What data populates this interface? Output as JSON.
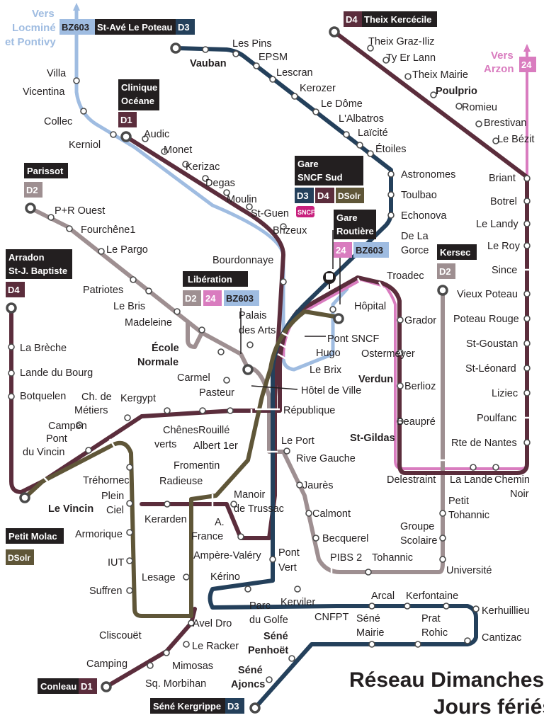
{
  "colors": {
    "d4": "#5b2d3c",
    "d3": "#24405b",
    "d2": "#9e8f91",
    "dsolr": "#5f5638",
    "bz603": "#9fbce1",
    "l24": "#d97cbf",
    "dark": "#231f20",
    "gray": "#3d3d3d"
  },
  "title": {
    "line1": "Réseau Dimanches &",
    "line2": "Jours fériés"
  },
  "directions": {
    "locmine": {
      "line1": "Vers",
      "line2": "Locminé",
      "line3": "et Pontivy"
    },
    "arzon": {
      "line1": "Vers",
      "line2": "Arzon"
    }
  },
  "badges": {
    "bz603_top": "BZ603",
    "st_ave": "St-Avé Le Poteau",
    "d3_top": "D3",
    "d4_theix": "D4",
    "theix_kercecile": "Theix Kercécile",
    "arzon_24": "24",
    "clinique": {
      "line1": "Clinique",
      "line2": "Océane"
    },
    "clinique_d1": "D1",
    "parissot": "Parissot",
    "parissot_d2": "D2",
    "gare_sncf": {
      "line1": "Gare",
      "line2": "SNCF Sud"
    },
    "gare_d3": "D3",
    "gare_d4": "D4",
    "gare_dsolr": "DSolr",
    "sncf_logo": "SNCF",
    "gare_routiere": {
      "line1": "Gare",
      "line2": "Routière"
    },
    "routiere_24": "24",
    "routiere_bz603": "BZ603",
    "kersec": "Kersec",
    "kersec_d2": "D2",
    "arradon": {
      "line1": "Arradon",
      "line2": "St-J. Baptiste"
    },
    "arradon_d4": "D4",
    "liberation": "Libération",
    "lib_d2": "D2",
    "lib_24": "24",
    "lib_bz603": "BZ603",
    "petit_molac": "Petit Molac",
    "molac_dsolr": "DSolr",
    "conleau": "Conleau",
    "conleau_d1": "D1",
    "sene_kergrippe": "Séné Kergrippe",
    "kergrippe_d3": "D3"
  },
  "stops": {
    "villa_vicentina": {
      "line1": "Villa",
      "line2": "Vicentina"
    },
    "collec": "Collec",
    "kerniol": "Kerniol",
    "vauban": "Vauban",
    "les_pins": "Les Pins",
    "epsm": "EPSM",
    "lescran": "Lescran",
    "kerozer": "Kerozer",
    "le_dome": "Le Dôme",
    "l_albatros": "L'Albatros",
    "laicite": "Laïcité",
    "etoiles": "Étoiles",
    "astronomes": "Astronomes",
    "toulbao": "Toulbao",
    "echonova": "Echonova",
    "de_la_gorce": {
      "line1": "De La",
      "line2": "Gorce"
    },
    "theix_graz_iliz": "Theix Graz-Iliz",
    "ty_er_lann": "Ty Er Lann",
    "theix_mairie": "Theix Mairie",
    "poulprio": "Poulprio",
    "romieu": "Romieu",
    "brestivan": "Brestivan",
    "le_bezit": "Le Bézit",
    "briant": "Briant",
    "botrel": "Botrel",
    "le_landy": "Le Landy",
    "le_roy": "Le Roy",
    "since": "Since",
    "vieux_poteau": "Vieux Poteau",
    "poteau_rouge": "Poteau Rouge",
    "st_goustan": "St-Goustan",
    "st_leonard": "St-Léonard",
    "liziec": "Liziec",
    "poulfanc": "Poulfanc",
    "rte_de_nantes": "Rte de Nantes",
    "la_lande": "La Lande",
    "chemin_noir": {
      "line1": "Chemin",
      "line2": "Noir"
    },
    "delestraint": "Delestraint",
    "audic": "Audic",
    "monet": "Monet",
    "kerizac": "Kerizac",
    "degas": "Degas",
    "moulin": "Moulin",
    "st_guen": "St-Guen",
    "brizeux": "Brizeux",
    "bourdonnaye": "Bourdonnaye",
    "p_r_ouest": "P+R Ouest",
    "fourchene1": "Fourchêne1",
    "le_pargo": "Le Pargo",
    "patriotes": "Patriotes",
    "le_bris": "Le Bris",
    "madeleine": "Madeleine",
    "ecole_normale": {
      "line1": "École",
      "line2": "Normale"
    },
    "carmel": "Carmel",
    "palais_des_arts": {
      "line1": "Palais",
      "line2": "des Arts"
    },
    "pasteur": "Pasteur",
    "pont_sncf": "Pont SNCF",
    "hugo": "Hugo",
    "le_brix": "Le Brix",
    "hotel_de_ville": "Hôtel de Ville",
    "republique": "République",
    "troadec": "Troadec",
    "hopital": "Hôpital",
    "grador": "Grador",
    "ostermeyer": "Ostermeyer",
    "verdun": "Verdun",
    "berlioz": "Berlioz",
    "beaupre": "Beaupré",
    "st_gildas": "St-Gildas",
    "la_breche": "La Brèche",
    "lande_du_bourg": "Lande du Bourg",
    "botquelen": "Botquelen",
    "ch_de_metiers": {
      "line1": "Ch. de",
      "line2": "Métiers"
    },
    "kergypt": "Kergypt",
    "campen": "Campen",
    "pont_du_vincin": {
      "line1": "Pont",
      "line2": "du Vincin"
    },
    "chenes_verts": {
      "line1": "Chênes",
      "line2": "verts"
    },
    "rouille": "Rouillé",
    "albert_1er": "Albert 1er",
    "le_port": "Le Port",
    "rive_gauche": "Rive Gauche",
    "le_vincin": "Le Vincin",
    "trehornec": "Tréhornec",
    "plein_ciel": {
      "line1": "Plein",
      "line2": "Ciel"
    },
    "armorique": "Armorique",
    "iut": "IUT",
    "suffren": "Suffren",
    "cliscouet": "Cliscouët",
    "fromentin": "Fromentin",
    "radieuse": "Radieuse",
    "kerarden": "Kerarden",
    "lesage": "Lesage",
    "manoir_de_trussac": {
      "line1": "Manoir",
      "line2": "de Trussac"
    },
    "a_france": {
      "line1": "A.",
      "line2": "France"
    },
    "ampere_valery": "Ampère-Valéry",
    "jaures": "Jaurès",
    "calmont": "Calmont",
    "becquerel": "Becquerel",
    "pibs2": "PIBS 2",
    "tohannic": "Tohannic",
    "petit_tohannic": {
      "line1": "Petit",
      "line2": "Tohannic"
    },
    "groupe_scolaire": {
      "line1": "Groupe",
      "line2": "Scolaire"
    },
    "universite": "Université",
    "pont_vert": {
      "line1": "Pont",
      "line2": "Vert"
    },
    "kerino": "Kérino",
    "parc_du_golfe": {
      "line1": "Parc",
      "line2": "du Golfe"
    },
    "kerviler": "Kerviler",
    "cnfpt": "CNFPT",
    "arcal": "Arcal",
    "kerfontaine": "Kerfontaine",
    "sene_mairie": {
      "line1": "Séné",
      "line2": "Mairie"
    },
    "prat_rohic": {
      "line1": "Prat",
      "line2": "Rohic"
    },
    "kerhuillieu": "Kerhuillieu",
    "cantizac": "Cantizac",
    "avel_dro": "Avel Dro",
    "le_racker": "Le Racker",
    "mimosas": "Mimosas",
    "camping": "Camping",
    "sq_morbihan": "Sq. Morbihan",
    "sene_penhoet": {
      "line1": "Séné",
      "line2": "Penhoët"
    },
    "sene_ajoncs": {
      "line1": "Séné",
      "line2": "Ajoncs"
    }
  }
}
